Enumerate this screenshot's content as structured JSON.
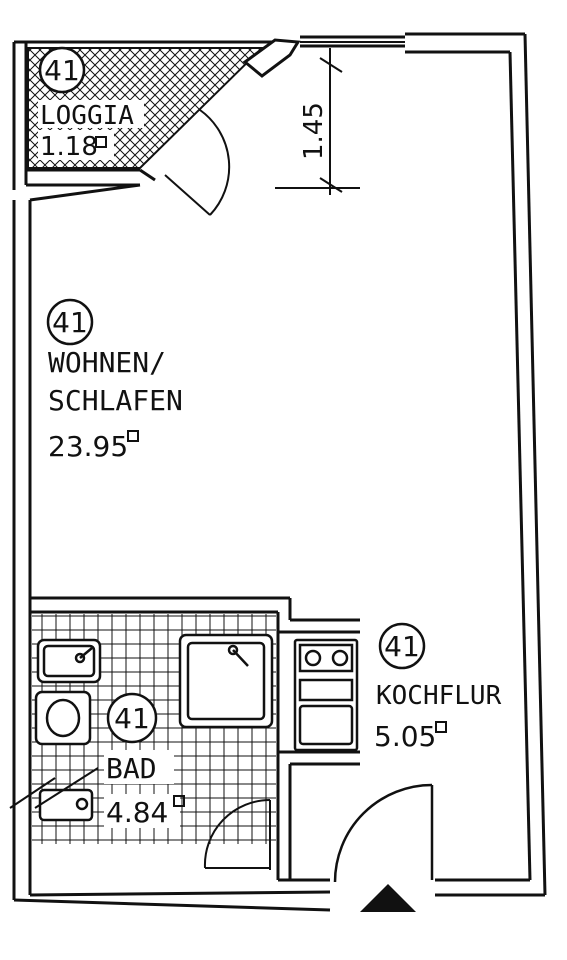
{
  "rooms": [
    {
      "id": "loggia",
      "number": "41",
      "name_lines": [
        "LOGGIA"
      ],
      "area": "1.18"
    },
    {
      "id": "wohnen",
      "number": "41",
      "name_lines": [
        "WOHNEN/",
        "SCHLAFEN"
      ],
      "area": "23.95"
    },
    {
      "id": "kochflur",
      "number": "41",
      "name_lines": [
        "KOCHFLUR"
      ],
      "area": "5.05"
    },
    {
      "id": "bad",
      "number": "41",
      "name_lines": [
        "BAD"
      ],
      "area": "4.84"
    }
  ],
  "dimensions": {
    "window_width": "1.45"
  },
  "area_unit_symbol": "□",
  "colors": {
    "ink": "#111111",
    "paper": "#ffffff"
  }
}
